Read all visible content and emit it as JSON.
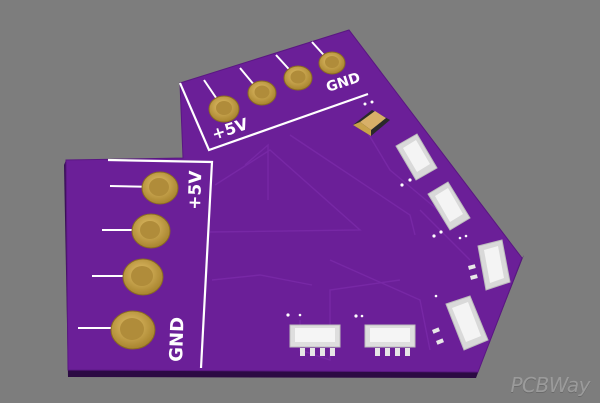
{
  "board": {
    "top_header": {
      "label_power": "+5V",
      "label_ground": "GND"
    },
    "left_header": {
      "label_power": "+5V",
      "label_ground": "GND"
    }
  },
  "colors": {
    "background": "#7d7d7d",
    "board": "#6a1d96",
    "board_edge": "#3d0f5c",
    "pad_copper": "#c9a24a",
    "silkscreen": "#ffffff"
  },
  "watermark": {
    "text": "PCBWay"
  }
}
